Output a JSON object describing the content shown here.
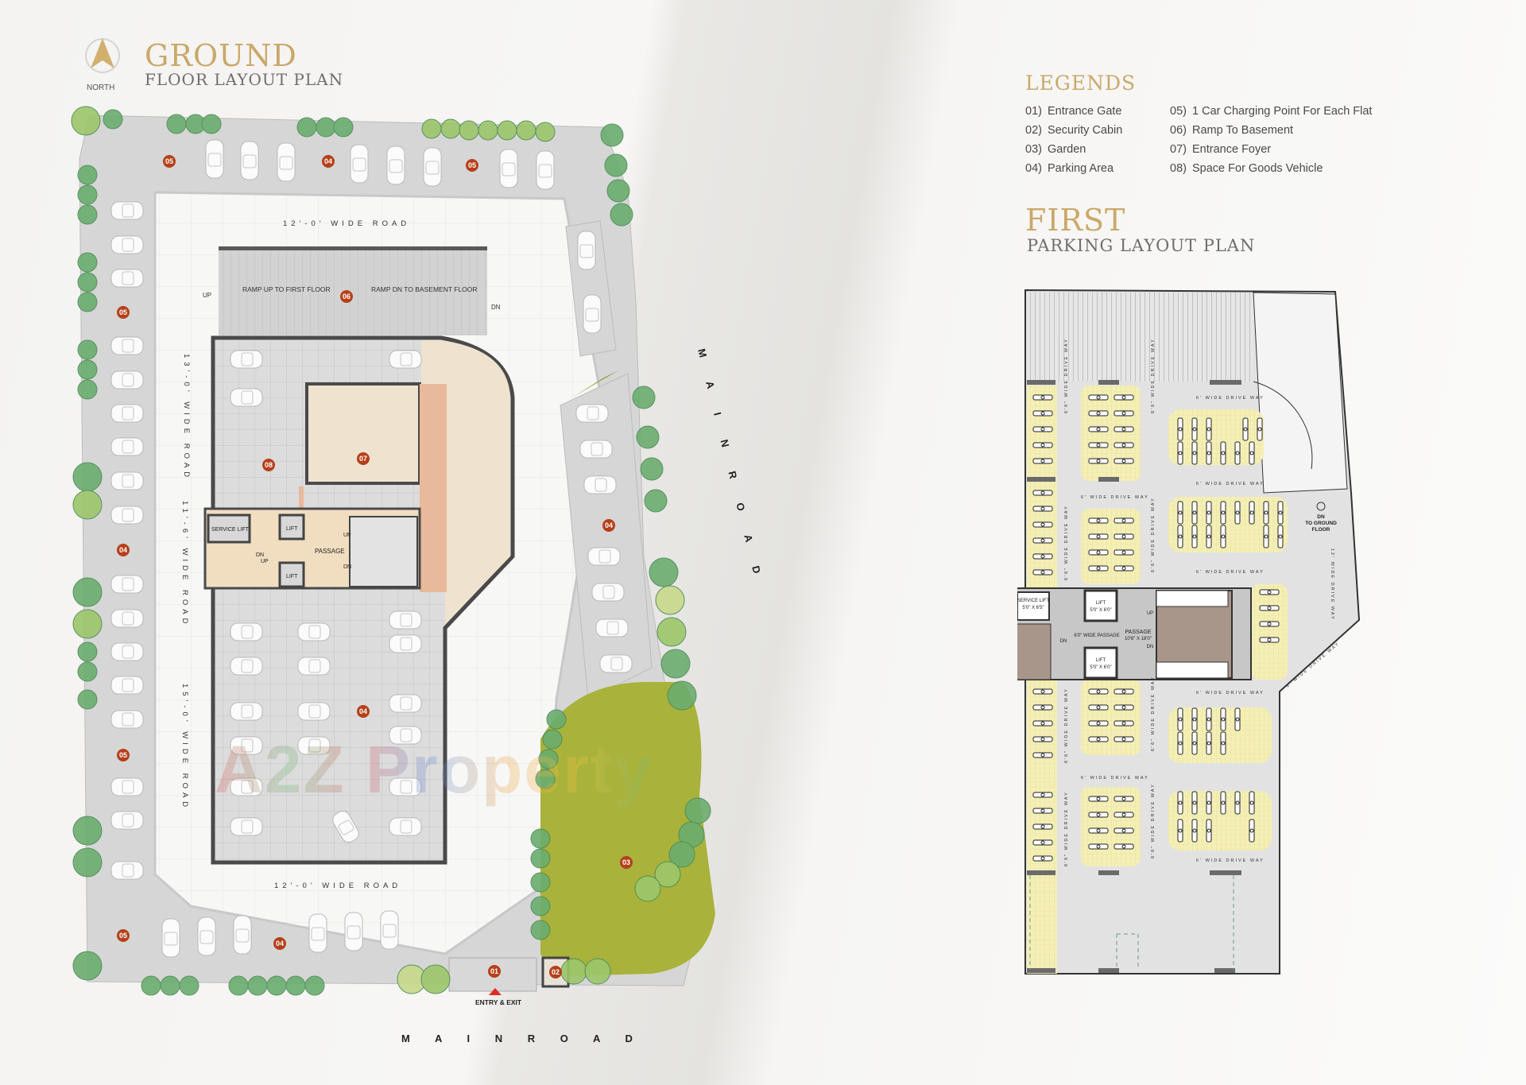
{
  "ground_plan": {
    "title": "GROUND",
    "subtitle": "FLOOR LAYOUT PLAN",
    "north_label": "NORTH",
    "roads": {
      "top_inner": "12'-0' WIDE ROAD",
      "bottom_inner": "12'-0' WIDE ROAD",
      "left_1": "13'-0' WIDE ROAD",
      "left_2": "11'-6' WIDE ROAD",
      "left_3": "15'-0' WIDE ROAD",
      "main_bottom": "M A I N   R O A D",
      "main_right": "M A I N   R O A D"
    },
    "ramp": {
      "up_label": "RAMP UP TO FIRST FLOOR",
      "dn_label": "RAMP DN TO BASEMENT FLOOR",
      "up": "UP",
      "dn": "DN"
    },
    "core": {
      "service_lift": "SERVICE LIFT",
      "lift_1": "LIFT",
      "lift_2": "LIFT",
      "passage": "PASSAGE",
      "up": "UP",
      "dn": "DN",
      "stair_dn": "DN",
      "stair_up": "UP"
    },
    "entry_label": "ENTRY & EXIT",
    "markers": {
      "m01": "01",
      "m02": "02",
      "m03": "03",
      "m04": "04",
      "m05": "05",
      "m06": "06",
      "m07": "07",
      "m08": "08"
    },
    "watermark": "A2Z Property"
  },
  "legend": {
    "title": "LEGENDS",
    "items": [
      {
        "num": "01)",
        "label": "Entrance Gate"
      },
      {
        "num": "02)",
        "label": "Security Cabin"
      },
      {
        "num": "03)",
        "label": "Garden"
      },
      {
        "num": "04)",
        "label": "Parking Area"
      },
      {
        "num": "05)",
        "label": "1 Car Charging Point For Each Flat"
      },
      {
        "num": "06)",
        "label": "Ramp To Basement"
      },
      {
        "num": "07)",
        "label": "Entrance Foyer"
      },
      {
        "num": "08)",
        "label": "Space For Goods Vehicle"
      }
    ]
  },
  "first_plan": {
    "title": "FIRST",
    "subtitle": "PARKING LAYOUT PLAN",
    "service_lift": "SERVICE LIFT",
    "service_lift_size": "5'0\" X 6'5\"",
    "lift_1": "LIFT",
    "lift_1_size": "5'0\" X 6'0\"",
    "lift_2": "LIFT",
    "lift_2_size": "5'0\" X 6'0\"",
    "passage": "PASSAGE",
    "passage_size": "10'6\" X 18'0\"",
    "wide_passage": "6'0\" WIDE PASSAGE",
    "dn_to_ground_1": "DN",
    "dn_to_ground_2": "TO GROUND",
    "dn_to_ground_3": "FLOOR",
    "drive_6": "6' WIDE DRIVE WAY",
    "drive_6b": "6'6\" WIDE DRIVE WAY",
    "drive_12": "12' WIDE DRIVE WAY",
    "up": "UP",
    "dn": "DN"
  },
  "colors": {
    "gold": "#c9a96a",
    "marker": "#b5401a",
    "garden": "#a8b23a",
    "tree": "#5fa36a",
    "foyer": "#efe3d0",
    "wall": "#4a4a4a",
    "parking": "#cfcfcf",
    "bike_zone": "#f3efb3"
  }
}
